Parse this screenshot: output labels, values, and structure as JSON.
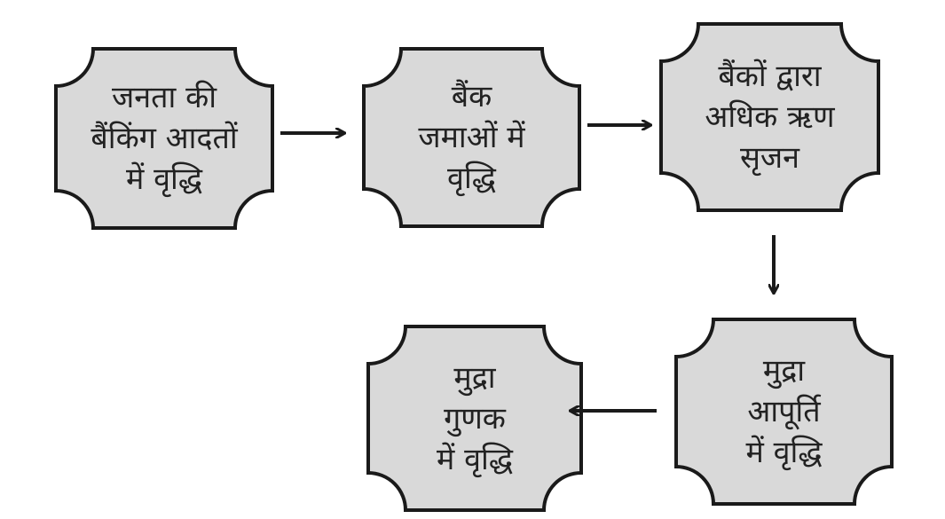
{
  "colors": {
    "box_fill": "#d9d9d9",
    "stroke": "#1a1a1a"
  },
  "boxes": [
    {
      "id": "banking-habits",
      "text": "जनता की\nबैंकिंग आदतों\nमें वृद्धि"
    },
    {
      "id": "bank-deposits",
      "text": "बैंक\nजमाओं में\nवृद्धि"
    },
    {
      "id": "credit-creation",
      "text": "बैंकों द्वारा\nअधिक ऋण\nसृजन"
    },
    {
      "id": "money-supply",
      "text": "मुद्रा\nआपूर्ति\nमें वृद्धि"
    },
    {
      "id": "money-multiplier",
      "text": "मुद्रा\nगुणक\nमें वृद्धि"
    }
  ]
}
